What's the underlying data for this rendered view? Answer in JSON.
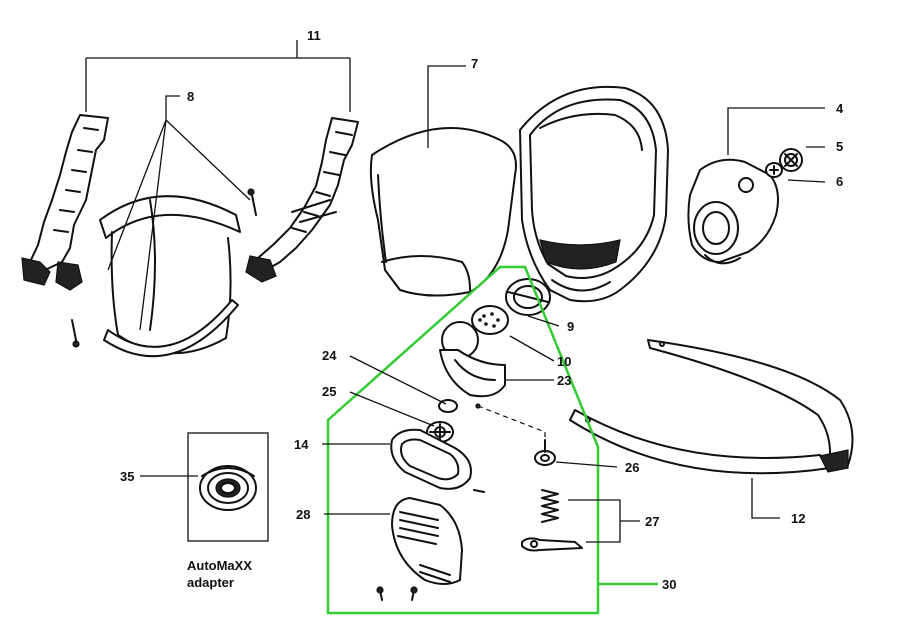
{
  "callouts": {
    "c4": "4",
    "c5": "5",
    "c6": "6",
    "c7": "7",
    "c8": "8",
    "c9": "9",
    "c10": "10",
    "c11": "11",
    "c12": "12",
    "c14": "14",
    "c23": "23",
    "c24": "24",
    "c25": "25",
    "c26": "26",
    "c27": "27",
    "c28": "28",
    "c30": "30",
    "c35": "35"
  },
  "inset": {
    "caption_line1": "AutoMaXX",
    "caption_line2": "adapter"
  },
  "colors": {
    "kit_outline": "#33cc33",
    "line_art": "#111111",
    "background": "#ffffff"
  }
}
